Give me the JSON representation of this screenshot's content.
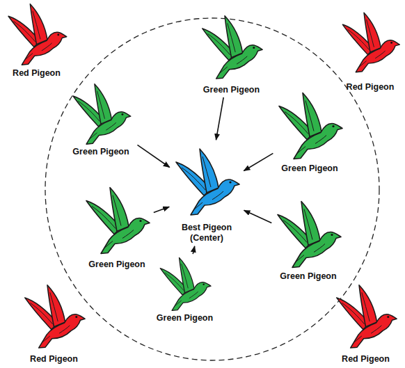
{
  "diagram": {
    "nodes": [
      {
        "text": [
          "Red Pigeon"
        ]
      },
      {
        "text": [
          "Green Pigeon"
        ]
      },
      {
        "text": [
          "Red Pigeon"
        ]
      },
      {
        "text": [
          "Green Pigeon"
        ]
      },
      {
        "text": [
          "Green Pigeon"
        ]
      },
      {
        "text": [
          "Best Pigeon (Center)"
        ]
      },
      {
        "text": [
          "Green Pigeon"
        ]
      },
      {
        "text": [
          "Green Pigeon"
        ]
      },
      {
        "text": [
          "Green Pigeon"
        ]
      },
      {
        "text": [
          "Red Pigeon"
        ]
      },
      {
        "text": [
          "Red Pigeon"
        ]
      }
    ],
    "edges": [
      {
        "from": 1,
        "to": 5,
        "arrow": "to"
      },
      {
        "from": 3,
        "to": 5,
        "arrow": "to"
      },
      {
        "from": 4,
        "to": 5,
        "arrow": "to"
      },
      {
        "from": 6,
        "to": 5,
        "arrow": "to"
      },
      {
        "from": 7,
        "to": 5,
        "arrow": "to"
      },
      {
        "from": 8,
        "to": 5,
        "arrow": "to"
      }
    ]
  }
}
